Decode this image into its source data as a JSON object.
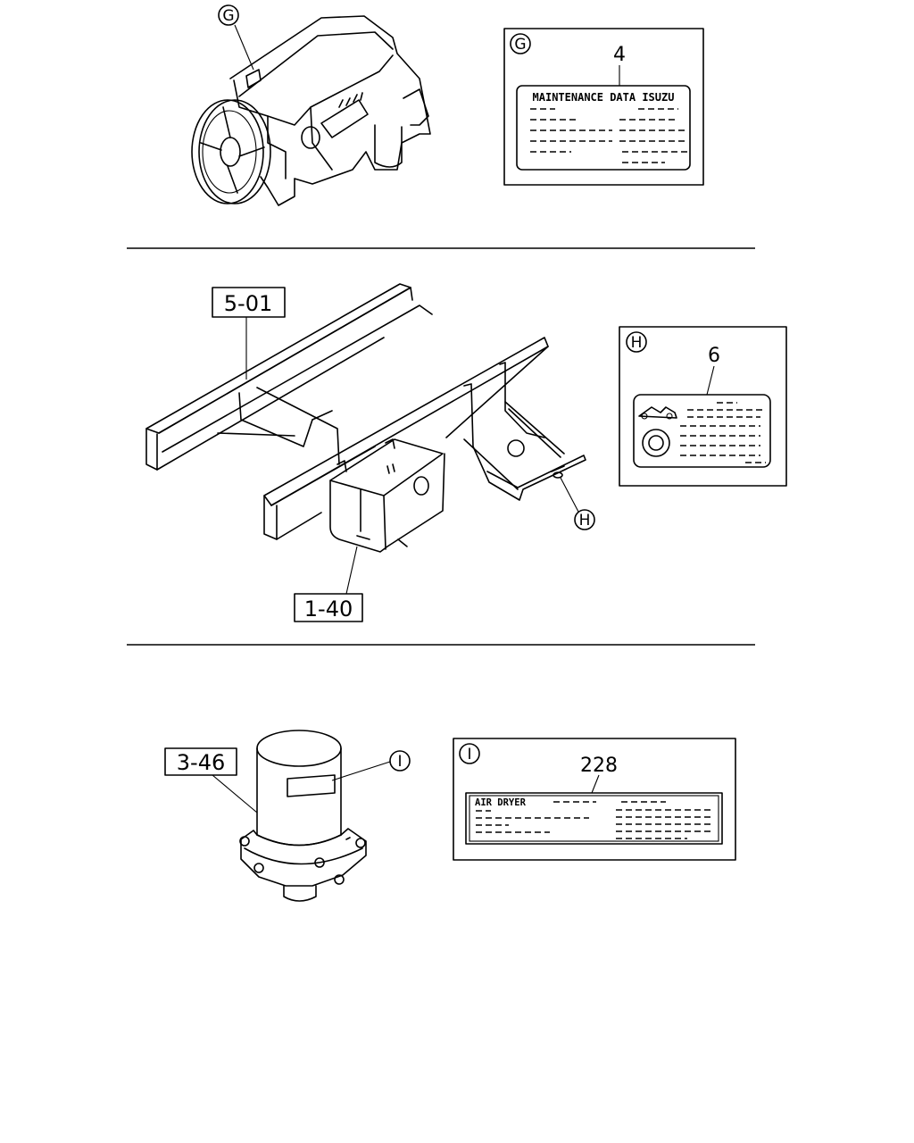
{
  "callouts": {
    "g": "G",
    "h": "H",
    "i": "I"
  },
  "refs": {
    "engine_panel": "5-01",
    "fuel_tank": "1-40",
    "air_dryer": "3-46"
  },
  "labels": {
    "g": {
      "part_no": "4",
      "title": "MAINTENANCE DATA ISUZU"
    },
    "h": {
      "part_no": "6"
    },
    "i": {
      "part_no": "228",
      "title": "AIR DRYER"
    }
  }
}
